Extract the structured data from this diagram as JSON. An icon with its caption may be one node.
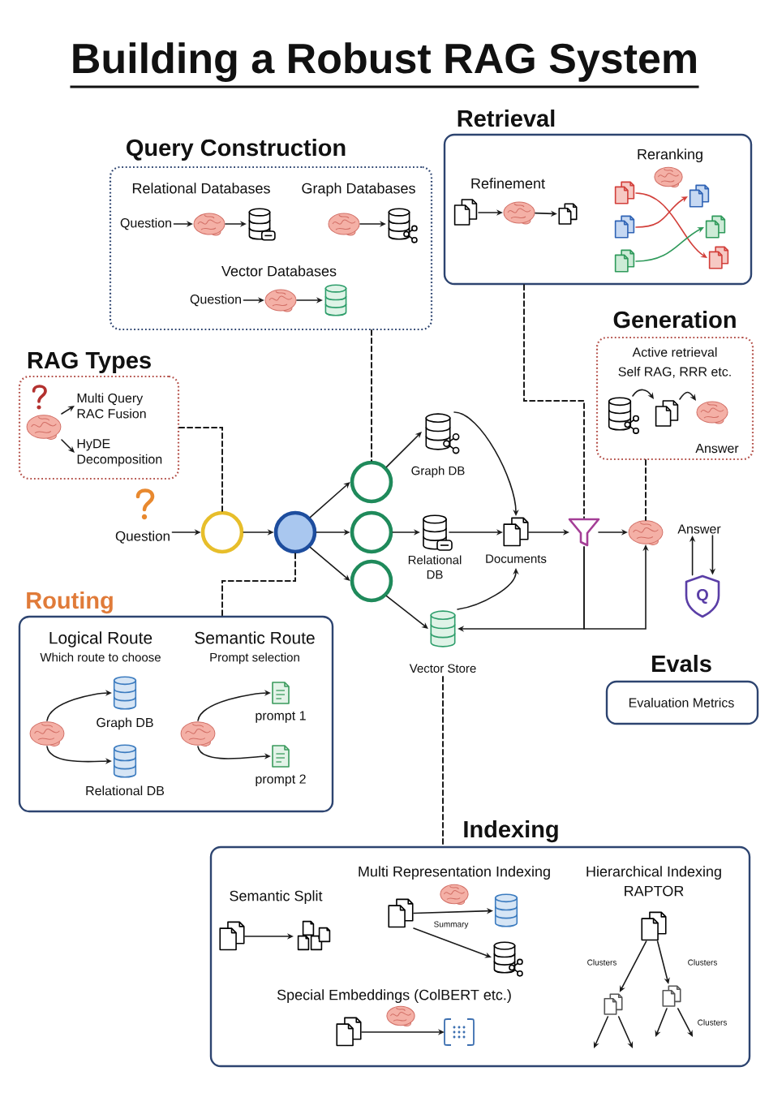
{
  "diagram": {
    "title": "Building a Robust RAG System",
    "nodes": [
      {
        "text": [
          "Query Construction"
        ]
      },
      {
        "text": [
          "Question"
        ],
        "in": 0
      },
      {
        "text": [],
        "shape": "picture",
        "in": 0
      },
      {
        "text": [],
        "shape": "cylinder",
        "in": 0
      },
      {
        "text": [],
        "shape": "picture",
        "in": 0
      },
      {
        "text": [],
        "shape": "cylinder",
        "in": 0
      },
      {
        "text": [
          "Question"
        ],
        "in": 0
      },
      {
        "text": [],
        "shape": "picture",
        "in": 0
      },
      {
        "text": [],
        "shape": "cylinder",
        "in": 0
      },
      {
        "text": [
          "Retrieval"
        ]
      },
      {
        "text": [],
        "shape": "document",
        "in": 9
      },
      {
        "text": [],
        "shape": "picture",
        "in": 9
      },
      {
        "text": [],
        "shape": "document",
        "in": 9
      },
      {
        "text": [],
        "shape": "document",
        "in": 9
      },
      {
        "text": [],
        "shape": "document",
        "in": 9
      },
      {
        "text": [],
        "shape": "document",
        "in": 9
      },
      {
        "text": [],
        "shape": "document",
        "in": 9
      },
      {
        "text": [],
        "shape": "document",
        "in": 9
      },
      {
        "text": [],
        "shape": "document",
        "in": 9
      },
      {
        "text": [
          "RAG Types"
        ]
      },
      {
        "text": [],
        "shape": "picture",
        "in": 19
      },
      {
        "text": [
          "Multi Query",
          "RAC Fusion"
        ],
        "in": 19
      },
      {
        "text": [
          "HyDE",
          "Decomposition"
        ],
        "in": 19
      },
      {
        "text": [
          "Generation"
        ]
      },
      {
        "text": [],
        "shape": "cylinder",
        "in": 23
      },
      {
        "text": [],
        "shape": "document",
        "in": 23
      },
      {
        "text": [],
        "shape": "picture",
        "in": 23,
        "beside": [
          "Answer"
        ]
      },
      {
        "text": [
          "Question"
        ]
      },
      {
        "text": [],
        "shape": "circle"
      },
      {
        "text": [],
        "shape": "circle"
      },
      {
        "text": [],
        "shape": "circle"
      },
      {
        "text": [],
        "shape": "circle"
      },
      {
        "text": [],
        "shape": "circle"
      },
      {
        "text": [
          "Graph DB"
        ]
      },
      {
        "text": [
          "Relational DB"
        ]
      },
      {
        "text": [
          "Documents"
        ]
      },
      {
        "text": [],
        "shape": "funnel"
      },
      {
        "text": [],
        "shape": "picture"
      },
      {
        "text": [
          "Answer"
        ]
      },
      {
        "text": [
          "Q"
        ]
      },
      {
        "text": [
          "Vector Store"
        ]
      },
      {
        "text": [
          "Routing"
        ]
      },
      {
        "text": [],
        "shape": "picture",
        "in": 41
      },
      {
        "text": [
          "Graph DB"
        ],
        "in": 41
      },
      {
        "text": [
          "Relational DB"
        ],
        "in": 41
      },
      {
        "text": [],
        "shape": "picture",
        "in": 41
      },
      {
        "text": [
          "prompt 1"
        ],
        "in": 41
      },
      {
        "text": [
          "prompt 2"
        ],
        "in": 41
      },
      {
        "text": [
          "Evals"
        ]
      },
      {
        "text": [
          "Indexing"
        ]
      },
      {
        "text": [],
        "shape": "document",
        "in": 49
      },
      {
        "text": [],
        "shape": "document",
        "in": 49
      },
      {
        "text": [],
        "shape": "document",
        "in": 49
      },
      {
        "text": [],
        "shape": "cylinder",
        "in": 49
      },
      {
        "text": [],
        "shape": "cylinder",
        "in": 49
      },
      {
        "text": [],
        "shape": "document",
        "in": 49
      },
      {
        "text": [],
        "shape": "picture",
        "in": 49
      },
      {
        "text": [],
        "shape": "document",
        "in": 49
      },
      {
        "text": [],
        "shape": "document",
        "in": 49
      },
      {
        "text": [],
        "shape": "document",
        "in": 49
      }
    ],
    "edges": [
      {
        "from": 1,
        "to": 2,
        "arrow": "to"
      },
      {
        "from": 2,
        "to": 3,
        "arrow": "to"
      },
      {
        "from": 4,
        "to": 5,
        "arrow": "to"
      },
      {
        "from": 6,
        "to": 7,
        "arrow": "to"
      },
      {
        "from": 7,
        "to": 8,
        "arrow": "to"
      },
      {
        "from": 10,
        "to": 11,
        "arrow": "to"
      },
      {
        "from": 11,
        "to": 12,
        "arrow": "to"
      },
      {
        "from": 13,
        "to": 18,
        "arrow": "to",
        "color": "#d23f3a"
      },
      {
        "from": 14,
        "to": 16,
        "arrow": "to",
        "color": "#d23f3a"
      },
      {
        "from": 15,
        "to": 17,
        "arrow": "to",
        "color": "#2f9a5b"
      },
      {
        "from": 20,
        "to": 21,
        "arrow": "to"
      },
      {
        "from": 20,
        "to": 22,
        "arrow": "to"
      },
      {
        "from": 24,
        "to": 25,
        "arrow": "to"
      },
      {
        "from": 25,
        "to": 26,
        "arrow": "to"
      },
      {
        "from": 27,
        "to": 28,
        "arrow": "to"
      },
      {
        "from": 28,
        "to": 29,
        "arrow": "to"
      },
      {
        "from": 29,
        "to": 30,
        "arrow": "to"
      },
      {
        "from": 29,
        "to": 31,
        "arrow": "to"
      },
      {
        "from": 29,
        "to": 32,
        "arrow": "to"
      },
      {
        "from": 30,
        "to": 33,
        "arrow": "to"
      },
      {
        "from": 31,
        "to": 34,
        "arrow": "to"
      },
      {
        "from": 32,
        "to": 40,
        "arrow": "to"
      },
      {
        "from": 33,
        "to": 35,
        "arrow": "to"
      },
      {
        "from": 34,
        "to": 35,
        "arrow": "to"
      },
      {
        "from": 40,
        "to": 35,
        "arrow": "to"
      },
      {
        "from": 35,
        "to": 36,
        "arrow": "to"
      },
      {
        "from": 36,
        "to": 37,
        "arrow": "to"
      },
      {
        "from": 36,
        "to": 40,
        "arrow": "to"
      },
      {
        "from": 36,
        "to": 37,
        "arrow": "to"
      },
      {
        "from": 38,
        "to": 39,
        "arrow": "to"
      },
      {
        "from": 39,
        "to": 38,
        "arrow": "to"
      },
      {
        "from": 0,
        "to": 30,
        "arrow": "none",
        "style": "dashed"
      },
      {
        "from": 19,
        "to": 28,
        "arrow": "none",
        "style": "dashed"
      },
      {
        "from": 29,
        "to": 41,
        "arrow": "none",
        "style": "dashed"
      },
      {
        "from": 9,
        "to": 36,
        "arrow": "none",
        "style": "dashed"
      },
      {
        "from": 23,
        "to": 37,
        "arrow": "none",
        "style": "dashed"
      },
      {
        "from": 40,
        "to": 49,
        "arrow": "none",
        "style": "dashed"
      },
      {
        "from": 42,
        "to": 43,
        "arrow": "to"
      },
      {
        "from": 42,
        "to": 44,
        "arrow": "to"
      },
      {
        "from": 45,
        "to": 46,
        "arrow": "to"
      },
      {
        "from": 45,
        "to": 47,
        "arrow": "to"
      },
      {
        "from": 50,
        "to": 51,
        "arrow": "to"
      },
      {
        "from": 52,
        "to": 53,
        "arrow": "to",
        "label": "Summary"
      },
      {
        "from": 52,
        "to": 54,
        "arrow": "to"
      },
      {
        "from": 55,
        "to": 56,
        "arrow": "to"
      },
      {
        "from": 57,
        "to": 58,
        "arrow": "to",
        "label": "Clusters"
      },
      {
        "from": 57,
        "to": 59,
        "arrow": "to",
        "label": "Clusters"
      },
      {
        "from": 58,
        "to": null,
        "arrow": "to"
      },
      {
        "from": 58,
        "to": null,
        "arrow": "to"
      },
      {
        "from": 59,
        "to": null,
        "arrow": "to"
      },
      {
        "from": 59,
        "to": null,
        "arrow": "to",
        "label": "Clusters"
      }
    ],
    "labels": [
      "Relational Databases",
      "Graph Databases",
      "Vector Databases",
      "Refinement",
      "Reranking",
      "Active retrieval",
      "Self RAG, RRR etc.",
      "Logical Route",
      "Which route to choose",
      "Semantic Route",
      "Prompt selection",
      "Evaluation Metrics",
      "Semantic Split",
      "Multi Representation Indexing",
      "Hierarchical Indexing",
      "RAPTOR",
      "Special Embeddings (ColBERT etc.)"
    ]
  }
}
